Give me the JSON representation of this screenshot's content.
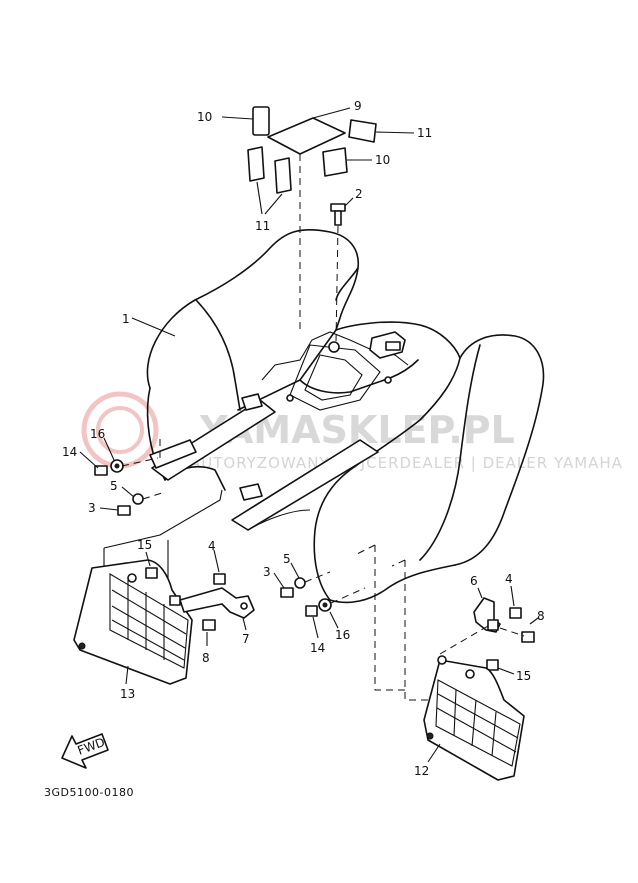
{
  "watermark": {
    "main": "YAMASKLEP.PL",
    "sub": "AUTORYZOWANY DOJCERDEALER | DEALER YAMAHA"
  },
  "fwd_label": "FWD",
  "diagram_code": "3GD5100-0180",
  "callouts": [
    {
      "id": "c10a",
      "text": "10"
    },
    {
      "id": "c9",
      "text": "9"
    },
    {
      "id": "c11a",
      "text": "11"
    },
    {
      "id": "c10b",
      "text": "10"
    },
    {
      "id": "c11b",
      "text": "11"
    },
    {
      "id": "c2",
      "text": "2"
    },
    {
      "id": "c1",
      "text": "1"
    },
    {
      "id": "c16a",
      "text": "16"
    },
    {
      "id": "c14a",
      "text": "14"
    },
    {
      "id": "c5a",
      "text": "5"
    },
    {
      "id": "c3a",
      "text": "3"
    },
    {
      "id": "c15a",
      "text": "15"
    },
    {
      "id": "c4a",
      "text": "4"
    },
    {
      "id": "c7",
      "text": "7"
    },
    {
      "id": "c8a",
      "text": "8"
    },
    {
      "id": "c13",
      "text": "13"
    },
    {
      "id": "c3b",
      "text": "3"
    },
    {
      "id": "c5b",
      "text": "5"
    },
    {
      "id": "c14b",
      "text": "14"
    },
    {
      "id": "c16b",
      "text": "16"
    },
    {
      "id": "c6",
      "text": "6"
    },
    {
      "id": "c4b",
      "text": "4"
    },
    {
      "id": "c8b",
      "text": "8"
    },
    {
      "id": "c15b",
      "text": "15"
    },
    {
      "id": "c12",
      "text": "12"
    }
  ]
}
